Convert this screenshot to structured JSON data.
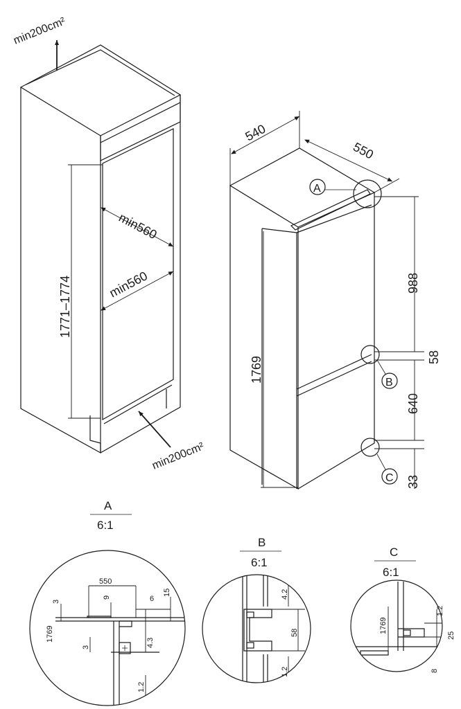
{
  "cabinet": {
    "ventilation_top": "min200cm²",
    "ventilation_bottom": "min200cm²",
    "height_range": "1771–1774",
    "depth_upper": "min560",
    "depth_lower": "min560"
  },
  "appliance": {
    "width": "540",
    "depth": "550",
    "height": "1769",
    "upper_door": "988",
    "gap": "58",
    "lower_door": "640",
    "bottom": "33",
    "callout_a": "A",
    "callout_b": "B",
    "callout_c": "C"
  },
  "details": [
    {
      "id": "A",
      "scale": "6:1",
      "dims": {
        "d550": "550",
        "d3a": "3",
        "d9": "9",
        "d6": "6",
        "d15": "15",
        "d1769": "1769",
        "d3b": "3",
        "d43": "4.3",
        "d12": "1.2"
      }
    },
    {
      "id": "B",
      "scale": "6:1",
      "dims": {
        "d42": "4.2",
        "d58": "58",
        "d12": "1.2"
      }
    },
    {
      "id": "C",
      "scale": "6:1",
      "dims": {
        "d1769": "1769",
        "d12": "1.2",
        "d25": "25",
        "d8": "8"
      }
    }
  ]
}
